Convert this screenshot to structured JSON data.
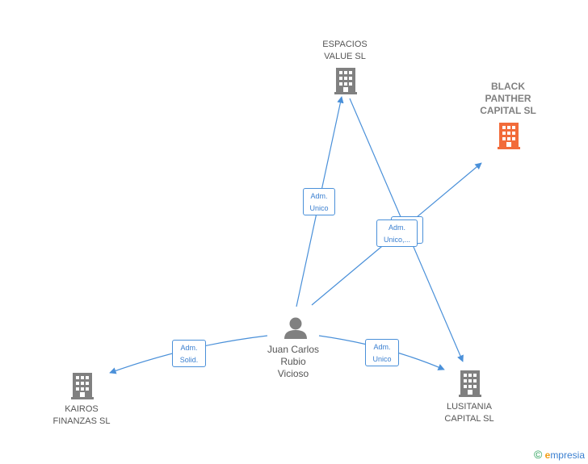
{
  "colors": {
    "edge": "#4a90d9",
    "building": "#808080",
    "building_highlight": "#f26b3a",
    "person": "#808080"
  },
  "nodes": {
    "espacios": {
      "name": "ESPACIOS\nVALUE  SL",
      "icon": "building-icon"
    },
    "black_panther": {
      "name": "BLACK\nPANTHER\nCAPITAL  SL",
      "icon": "building-icon"
    },
    "kairos": {
      "name": "KAIROS\nFINANZAS  SL",
      "icon": "building-icon"
    },
    "lusitania": {
      "name": "LUSITANIA\nCAPITAL  SL",
      "icon": "building-icon"
    },
    "person": {
      "name": "Juan Carlos\nRubio\nVicioso",
      "icon": "person-icon"
    }
  },
  "edges": {
    "to_espacios": "Adm.\nUnico",
    "to_multi": "Adm.\nUnico,...",
    "to_kairos": "Adm.\nSolid.",
    "to_lusitania": "Adm.\nUnico"
  },
  "watermark": {
    "copyright": "©",
    "brand_initial": "e",
    "brand_rest": "mpresia"
  }
}
